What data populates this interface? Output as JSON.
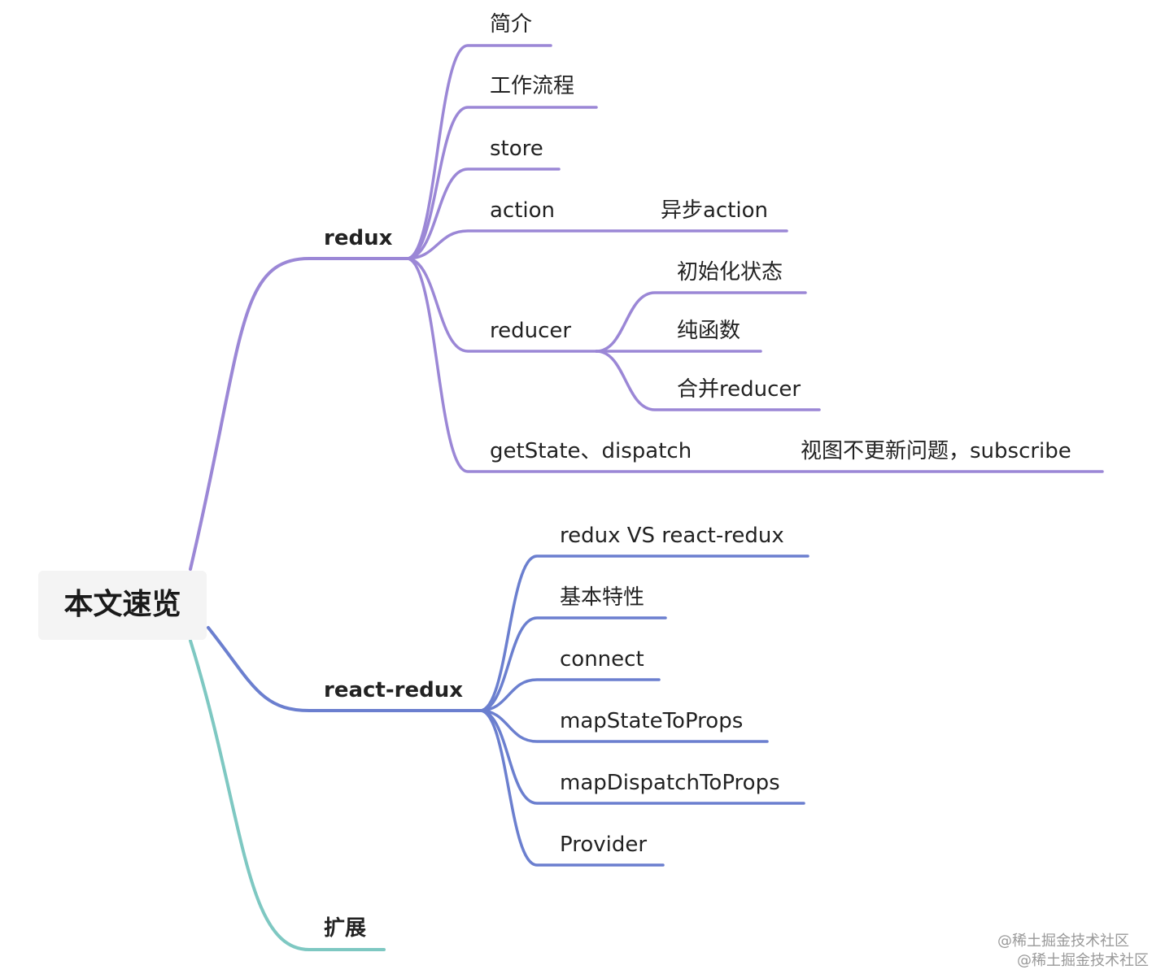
{
  "root": {
    "label": "本文速览"
  },
  "colors": {
    "redux": "#9b87d6",
    "react_redux": "#6b7fcf",
    "ext": "#7ec8c2"
  },
  "redux": {
    "label": "redux",
    "children": [
      {
        "label": "简介"
      },
      {
        "label": "工作流程"
      },
      {
        "label": "store"
      },
      {
        "label": "action",
        "children": [
          {
            "label": "异步action"
          }
        ]
      },
      {
        "label": "reducer",
        "children": [
          {
            "label": "初始化状态"
          },
          {
            "label": "纯函数"
          },
          {
            "label": "合并reducer"
          }
        ]
      },
      {
        "label": "getState、dispatch",
        "children": [
          {
            "label": "视图不更新问题，subscribe"
          }
        ]
      }
    ]
  },
  "react_redux": {
    "label": "react-redux",
    "children": [
      {
        "label": "redux VS react-redux"
      },
      {
        "label": "基本特性"
      },
      {
        "label": "connect"
      },
      {
        "label": "mapStateToProps"
      },
      {
        "label": "mapDispatchToProps"
      },
      {
        "label": "Provider"
      }
    ]
  },
  "extension": {
    "label": "扩展"
  },
  "watermark": {
    "line1": "@稀土掘金技术社区",
    "line2": "@稀土掘金技术社区"
  }
}
